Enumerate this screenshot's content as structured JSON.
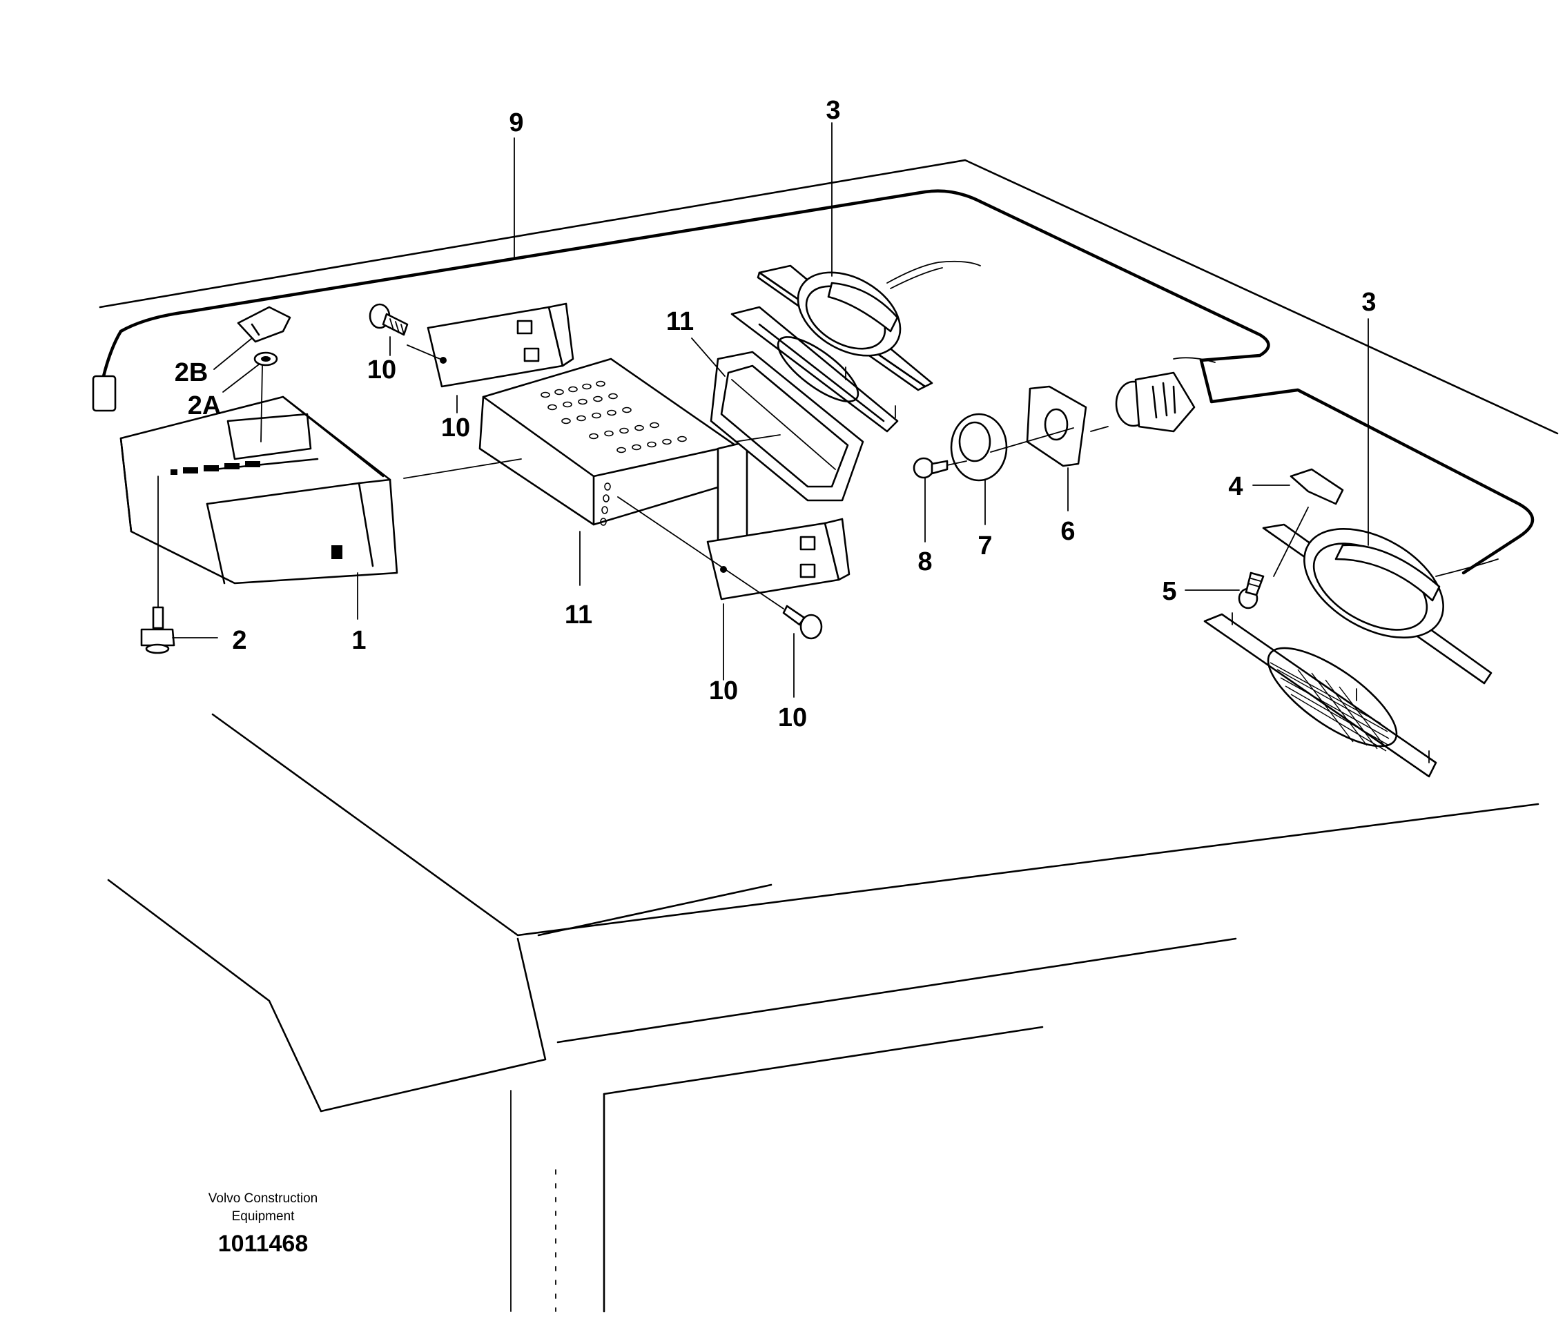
{
  "diagram": {
    "callouts": {
      "c9": "9",
      "c3a": "3",
      "c3b": "3",
      "c11a": "11",
      "c11b": "11",
      "c10a": "10",
      "c10b": "10",
      "c10c": "10",
      "c10d": "10",
      "c2b": "2B",
      "c2a": "2A",
      "c2": "2",
      "c1": "1",
      "c4": "4",
      "c5": "5",
      "c6": "6",
      "c7": "7",
      "c8": "8"
    },
    "footer": {
      "company_line1": "Volvo Construction",
      "company_line2": "Equipment",
      "drawing_number": "1011468"
    }
  }
}
